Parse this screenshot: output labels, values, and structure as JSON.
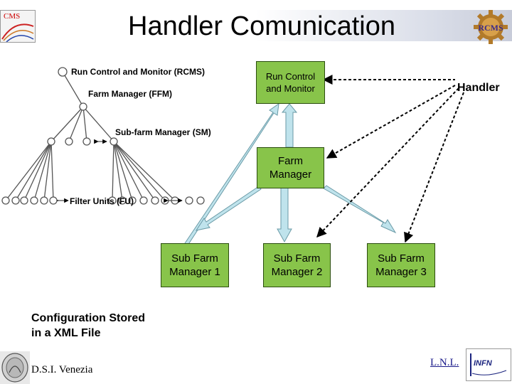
{
  "title": "Handler Comunication",
  "logos": {
    "top_left": "CMS",
    "top_right": "RCMS",
    "bottom_right": "INFN"
  },
  "tree": {
    "level_labels": [
      {
        "name": "Run Control and Monitor",
        "abbr": "RCMS"
      },
      {
        "name": "Farm Manager",
        "abbr": "FFM"
      },
      {
        "name": "Sub-farm Manager",
        "abbr": "SM"
      },
      {
        "name": "Filter Units",
        "abbr": "FU"
      }
    ]
  },
  "boxes": {
    "rcm": "Run Control\nand Monitor",
    "fm": "Farm\nManager",
    "sfm1": "Sub Farm\nManager 1",
    "sfm2": "Sub Farm\nManager 2",
    "sfm3": "Sub Farm\nManager 3"
  },
  "labels": {
    "handler": "Handler",
    "config": "Configuration Stored\nin a XML File"
  },
  "footer": {
    "left": "D.S.I. Venezia",
    "right": "L.N.L."
  },
  "colors": {
    "box_fill": "#88c44a",
    "box_border": "#2b4d0f",
    "arrow_fill": "#bfe3ec",
    "arrow_stroke": "#6a9aa6"
  }
}
